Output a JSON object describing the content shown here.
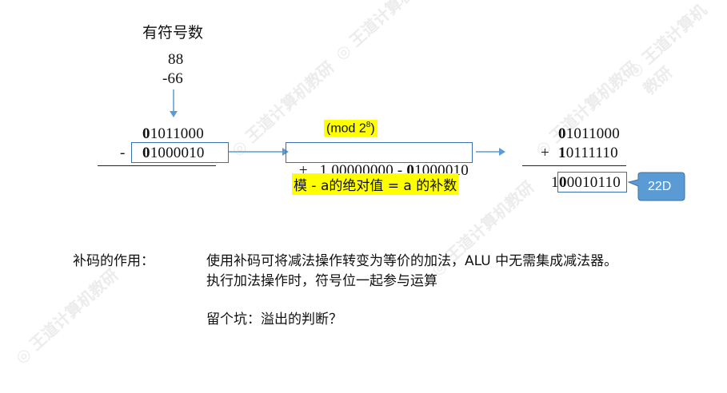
{
  "title": "有符号数",
  "top_numbers": {
    "a": "88",
    "b": "-66"
  },
  "left_calc": {
    "line1_bold": "0",
    "line1_rest": "1011000",
    "minus": "-",
    "line2_bold": "0",
    "line2_rest": "1000010"
  },
  "mid": {
    "mod_text": "(mod 2",
    "mod_exp": "8",
    "mod_close": ")",
    "expr_prefix": "+   1,00000000 - ",
    "expr_bold": "0",
    "expr_rest": "1000010",
    "rule_text": "模 - a的绝对值 = a 的补数"
  },
  "right_calc": {
    "line1_bold": "0",
    "line1_rest": "1011000",
    "plus": "+",
    "line2_bold": "1",
    "line2_rest": "0111110",
    "result_prefix": "1",
    "result_bold": "0",
    "result_rest": "0010110",
    "callout": "22D"
  },
  "note": {
    "label": "补码的作用：",
    "line1": "使用补码可将减法操作转变为等价的加法，ALU 中无需集成减法器。",
    "line2": "执行加法操作时，符号位一起参与运算",
    "line3": "留个坑：溢出的判断？"
  },
  "colors": {
    "box_border": "#3a6fb0",
    "highlight": "#ffff00",
    "callout_fill": "#5b9bd5"
  }
}
